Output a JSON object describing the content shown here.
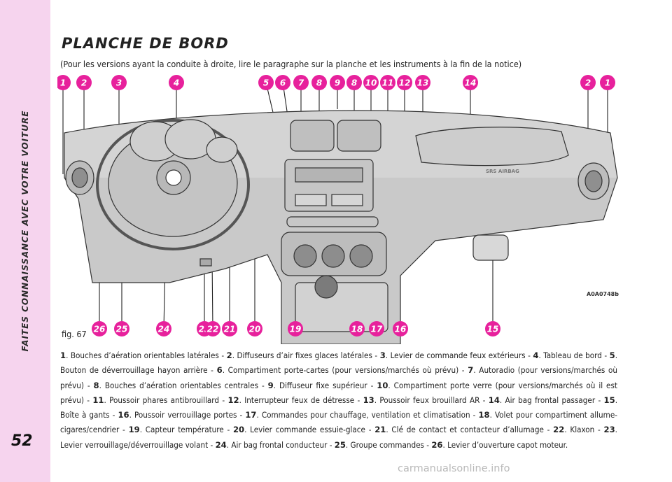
{
  "sidebar": {
    "section_title": "FAITES CONNAISSANCE AVEC VOTRE VOITURE",
    "page_number": "52"
  },
  "page": {
    "title": "PLANCHE DE BORD",
    "subtitle": "(Pour les versions ayant la conduite à droite, lire le paragraphe sur la planche et les instruments à la fin de la notice)"
  },
  "figure": {
    "label": "fig. 67",
    "code": "A0A0748b",
    "airbag_text": "SRS AIRBAG",
    "top_callouts": [
      "1",
      "2",
      "3",
      "4",
      "5",
      "6",
      "7",
      "8",
      "9",
      "8",
      "10",
      "11",
      "12",
      "13",
      "14",
      "2",
      "1"
    ],
    "bottom_callouts": [
      "26",
      "25",
      "24",
      "23",
      "22",
      "21",
      "20",
      "19",
      "18",
      "17",
      "16",
      "15"
    ]
  },
  "legend": [
    {
      "num": "1",
      "text": "Bouches d’aération orientables latérales"
    },
    {
      "num": "2",
      "text": "Diffuseurs d’air fixes glaces latérales"
    },
    {
      "num": "3",
      "text": "Levier de commande feux extérieurs"
    },
    {
      "num": "4",
      "text": "Tableau de bord"
    },
    {
      "num": "5",
      "text": "Bouton de déverrouillage hayon arrière"
    },
    {
      "num": "6",
      "text": "Compartiment porte-cartes (pour versions/marchés où prévu)"
    },
    {
      "num": "7",
      "text": "Autoradio (pour versions/marchés où prévu)"
    },
    {
      "num": "8",
      "text": "Bouches d’aération orientables centrales"
    },
    {
      "num": "9",
      "text": "Diffuseur fixe supérieur"
    },
    {
      "num": "10",
      "text": "Compartiment porte verre (pour versions/marchés où il est prévu)"
    },
    {
      "num": "11",
      "text": "Poussoir phares antibrouillard"
    },
    {
      "num": "12",
      "text": "Interrupteur feux de détresse"
    },
    {
      "num": "13",
      "text": "Poussoir feux brouillard AR"
    },
    {
      "num": "14",
      "text": "Air bag frontal passager"
    },
    {
      "num": "15",
      "text": "Boîte à gants"
    },
    {
      "num": "16",
      "text": "Poussoir verrouillage portes"
    },
    {
      "num": "17",
      "text": "Commandes pour chauffage, ventilation et climatisation"
    },
    {
      "num": "18",
      "text": "Volet pour compartiment allume-cigares/cendrier"
    },
    {
      "num": "19",
      "text": "Capteur température"
    },
    {
      "num": "20",
      "text": "Levier commande essuie-glace"
    },
    {
      "num": "21",
      "text": "Clé de contact et contacteur d’allumage"
    },
    {
      "num": "22",
      "text": "Klaxon"
    },
    {
      "num": "23",
      "text": "Levier verrouillage/déverrouillage volant"
    },
    {
      "num": "24",
      "text": "Air bag frontal conducteur"
    },
    {
      "num": "25",
      "text": "Groupe commandes"
    },
    {
      "num": "26",
      "text": "Levier d’ouverture capot moteur."
    }
  ],
  "watermark": "carmanualsonline.info",
  "colors": {
    "sidebar": "#f6d4ee",
    "callout_badge": "#e7219c",
    "dashboard_fill": "#d4d4d4"
  }
}
